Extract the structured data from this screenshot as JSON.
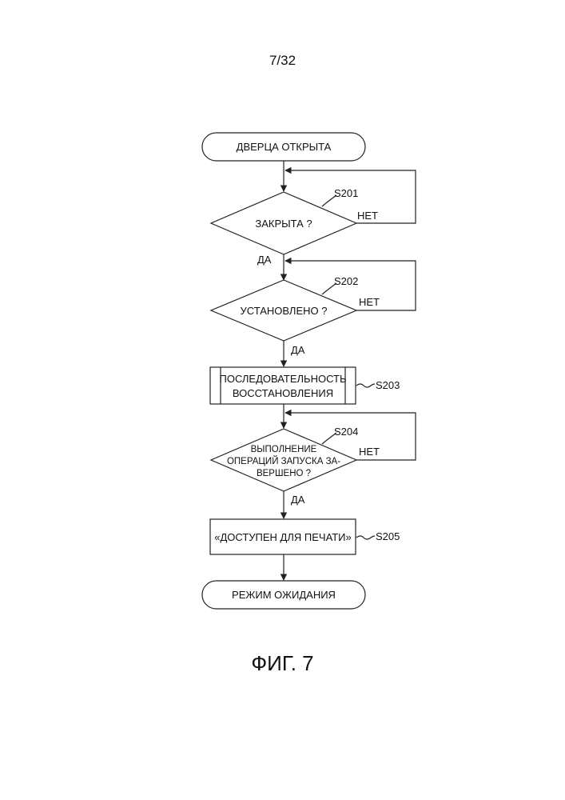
{
  "page_number": "7/32",
  "figure_caption": "ФИГ. 7",
  "nodes": {
    "start": "ДВЕРЦА ОТКРЫТА",
    "s201": {
      "text": "ЗАКРЫТА ?",
      "step": "S201"
    },
    "s202": {
      "text": "УСТАНОВЛЕНО ?",
      "step": "S202"
    },
    "s203": {
      "lines": [
        "ПОСЛЕДОВАТЕЛЬНОСТЬ",
        "ВОССТАНОВЛЕНИЯ"
      ],
      "step": "S203"
    },
    "s204": {
      "lines": [
        "ВЫПОЛНЕНИЕ",
        "ОПЕРАЦИЙ ЗАПУСКА ЗА-",
        "ВЕРШЕНО ?"
      ],
      "step": "S204"
    },
    "s205": {
      "text": "«ДОСТУПЕН ДЛЯ ПЕЧАТИ»",
      "step": "S205"
    },
    "end": "РЕЖИМ ОЖИДАНИЯ"
  },
  "labels": {
    "yes": "ДА",
    "no": "НЕТ"
  }
}
